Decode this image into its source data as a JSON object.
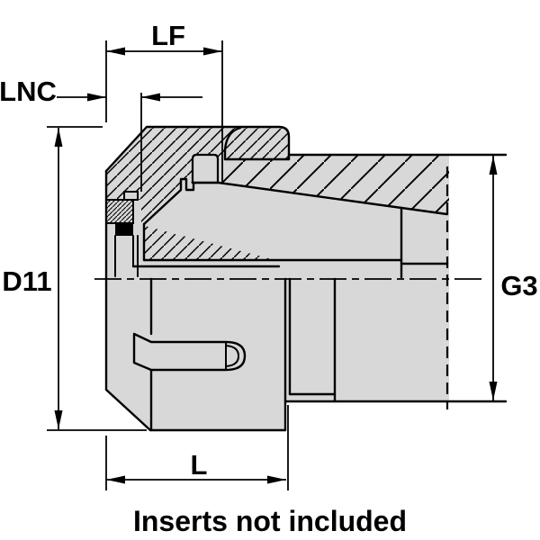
{
  "drawing": {
    "dimensions": {
      "lf": "LF",
      "lnc": "LNC",
      "d11": "D11",
      "g3": "G3",
      "l": "L"
    },
    "note": "Inserts not included",
    "colors": {
      "part_fill": "#d8d8d8",
      "line_color": "#000000",
      "background": "#ffffff"
    }
  }
}
